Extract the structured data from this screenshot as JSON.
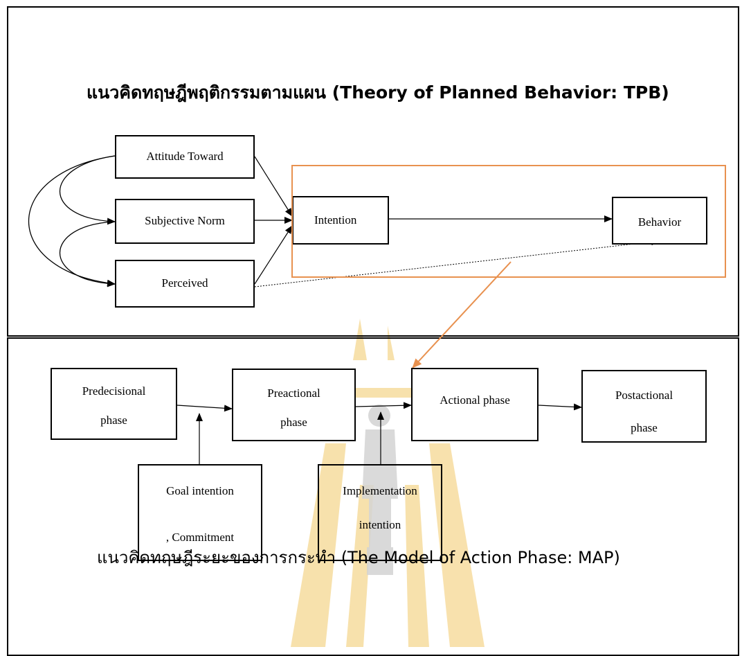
{
  "tpb": {
    "title": "แนวคิดทฤษฎีพฤติกรรมตามแผน (Theory of Planned Behavior: TPB)",
    "nodes": {
      "attitude": "Attitude Toward",
      "subjective_norm": "Subjective Norm",
      "perceived": "Perceived",
      "intention": "Intention",
      "behavior": "Behavior"
    }
  },
  "map": {
    "title": "แนวคิดทฤษฎีระยะของการกระทำ (The Model of Action Phase: MAP)",
    "nodes": {
      "predecisional": {
        "line1": "Predecisional",
        "line2": "phase"
      },
      "preactional": {
        "line1": "Preactional",
        "line2": "phase"
      },
      "actional": "Actional phase",
      "postactional": {
        "line1": "Postactional",
        "line2": "phase"
      },
      "goal_intention": {
        "line1": "Goal intention",
        "line2": ", Commitment"
      },
      "implementation_intention": {
        "line1": "Implementation",
        "line2": "intention"
      }
    }
  },
  "colors": {
    "highlight": "#e8914f",
    "watermark": "#f2c96a",
    "watermark_figure": "#d3d3d3"
  }
}
